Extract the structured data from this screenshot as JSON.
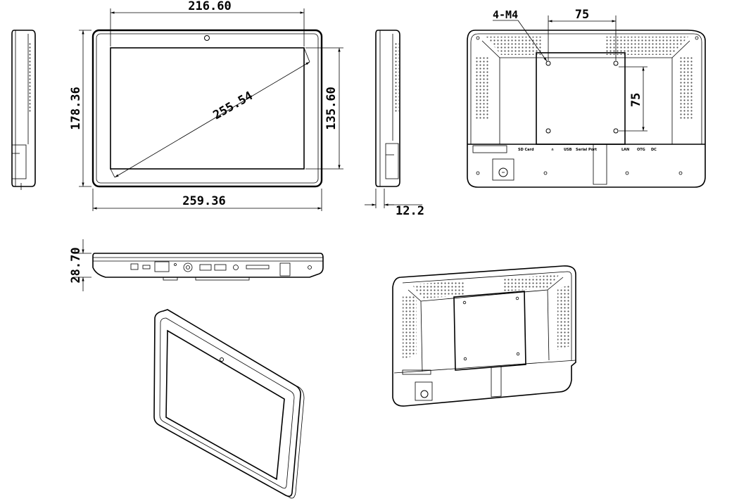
{
  "colors": {
    "line": "#000000",
    "background": "#ffffff",
    "vent": "#555555"
  },
  "dimensions": {
    "front_width_inner": "216.60",
    "front_width_outer": "259.36",
    "front_height_outer": "178.36",
    "front_height_inner": "135.60",
    "diagonal": "255.54",
    "side_depth": "12.2",
    "bottom_thickness": "28.70",
    "back_vesa_horizontal": "75",
    "back_vesa_vertical": "75",
    "back_screw_spec": "4-M4"
  },
  "back_ports": {
    "sd_card": "SD Card",
    "audio": "∩",
    "usb": "USB",
    "serial": "Serial Port",
    "lan": "LAN",
    "otg": "OTG",
    "dc": "DC"
  },
  "icons": [
    "front-camera-icon",
    "lock-keyhole-icon",
    "mounting-hole-icon"
  ]
}
